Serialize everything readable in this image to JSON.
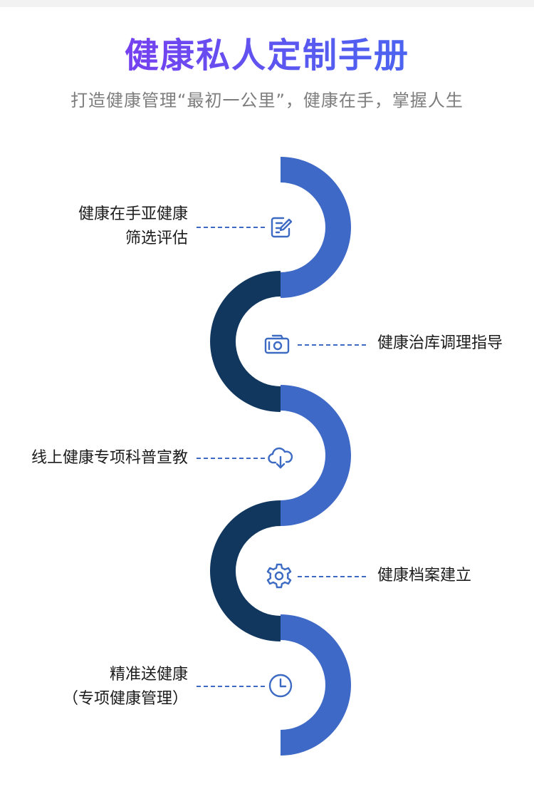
{
  "header": {
    "title": "健康私人定制手册",
    "subtitle": "打造健康管理“最初一公里”，健康在手，掌握人生"
  },
  "colors": {
    "light_blue": "#3f69c6",
    "dark_navy": "#11375f",
    "icon_blue": "#3d6bc4",
    "title_gradient_start": "#8b2ff0",
    "title_gradient_end": "#3c6ff0"
  },
  "steps": [
    {
      "icon": "edit-document-icon",
      "lines": [
        "健康在手亚健康",
        "筛选评估"
      ]
    },
    {
      "icon": "camera-icon",
      "lines": [
        "健康治库调理指导"
      ]
    },
    {
      "icon": "cloud-download-icon",
      "lines": [
        "线上健康专项科普宣教"
      ]
    },
    {
      "icon": "gear-icon",
      "lines": [
        "健康档案建立"
      ]
    },
    {
      "icon": "clock-icon",
      "lines": [
        "精准送健康",
        "（专项健康管理）"
      ]
    }
  ]
}
